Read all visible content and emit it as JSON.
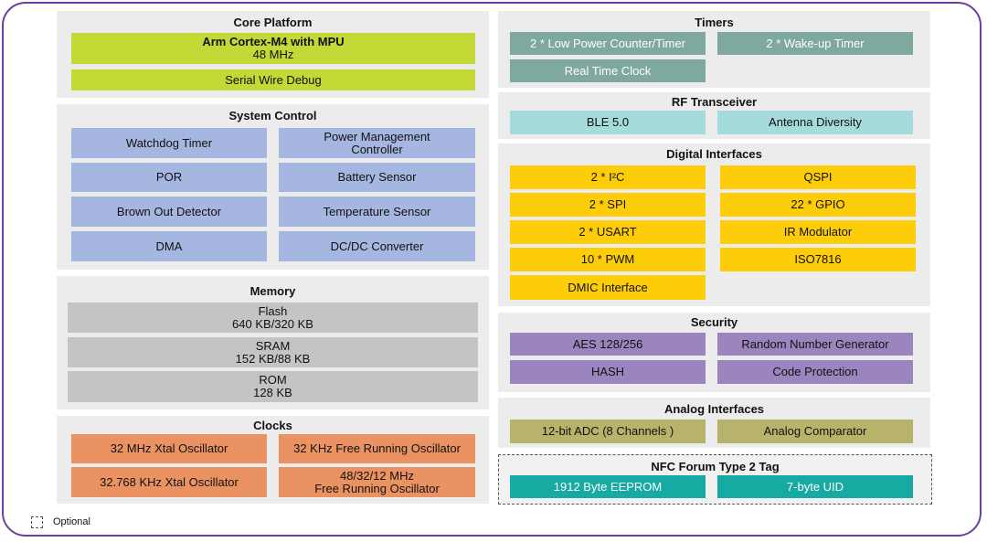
{
  "core_platform": {
    "title": "Core Platform",
    "cpu_name": "Arm Cortex-M4 with MPU",
    "cpu_freq": "48 MHz",
    "debug": "Serial Wire Debug",
    "color": "#c4d936"
  },
  "system_control": {
    "title": "System Control",
    "items": [
      "Watchdog Timer",
      "Power Management",
      "Controller",
      "POR",
      "Battery Sensor",
      "Brown Out Detector",
      "Temperature Sensor",
      "DMA",
      "DC/DC Converter"
    ],
    "color": "#a5b6e0"
  },
  "memory": {
    "title": "Memory",
    "flash": {
      "name": "Flash",
      "size": "640 KB/320 KB"
    },
    "sram": {
      "name": "SRAM",
      "size": "152 KB/88 KB"
    },
    "rom": {
      "name": "ROM",
      "size": "128 KB"
    },
    "color": "#c4c4c4"
  },
  "clocks": {
    "title": "Clocks",
    "items": [
      "32 MHz Xtal Oscillator",
      "32 KHz Free Running Oscillator",
      "32.768 KHz Xtal Oscillator",
      "48/32/12 MHz",
      "Free Running Oscillator"
    ],
    "color": "#eb9262"
  },
  "timers": {
    "title": "Timers",
    "items": [
      "2 * Low Power Counter/Timer",
      "2 * Wake-up Timer",
      "Real Time Clock"
    ],
    "color": "#7fa89e"
  },
  "rf": {
    "title": "RF Transceiver",
    "items": [
      "BLE 5.0",
      "Antenna Diversity"
    ],
    "color": "#a4dcdc"
  },
  "digital": {
    "title": "Digital Interfaces",
    "items": [
      "2  * I²C",
      "QSPI",
      "2 * SPI",
      "22 * GPIO",
      "2 * USART",
      "IR Modulator",
      "10 * PWM",
      "ISO7816",
      "DMIC Interface"
    ],
    "color": "#fecd09"
  },
  "security": {
    "title": "Security",
    "items": [
      "AES 128/256",
      "Random Number Generator",
      "HASH",
      "Code Protection"
    ],
    "color": "#9b85be"
  },
  "analog": {
    "title": "Analog Interfaces",
    "items": [
      "12-bit ADC (8 Channels )",
      "Analog Comparator"
    ],
    "color": "#b7b36b"
  },
  "nfc": {
    "title": "NFC Forum Type 2 Tag",
    "items": [
      "1912 Byte EEPROM",
      "7-byte UID"
    ],
    "color": "#16aaa3"
  },
  "legend": {
    "label": "Optional"
  },
  "frame_color": "#6b3fa0"
}
